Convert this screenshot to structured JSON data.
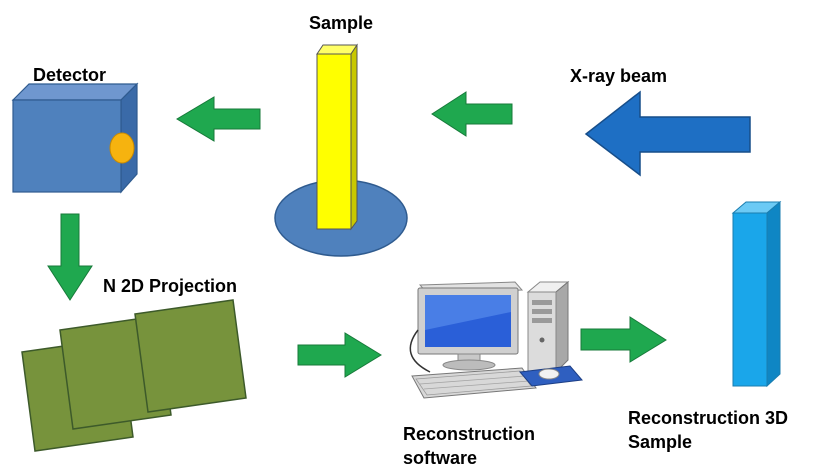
{
  "labels": {
    "sample": "Sample",
    "detector": "Detector",
    "xray_beam": "X-ray beam",
    "projection": "N 2D Projection",
    "software_line1": "Reconstruction",
    "software_line2": "software",
    "recon3d_line1": "Reconstruction 3D",
    "recon3d_line2": "Sample"
  },
  "colors": {
    "background": "#ffffff",
    "arrow_green": "#1fa84f",
    "beam_blue": "#1e6fc4",
    "detector_blue": "#4f81bd",
    "detector_lens": "#f6b30f",
    "sample_yellow": "#ffff00",
    "stage_disc": "#4f81bd",
    "projection_green": "#77933c",
    "recon_blue": "#1aa6ea"
  },
  "icons": [
    "detector-icon",
    "sample-column-icon",
    "xray-beam-arrow-icon",
    "projection-stack-icon",
    "computer-icon",
    "reconstruction-3d-column-icon"
  ]
}
